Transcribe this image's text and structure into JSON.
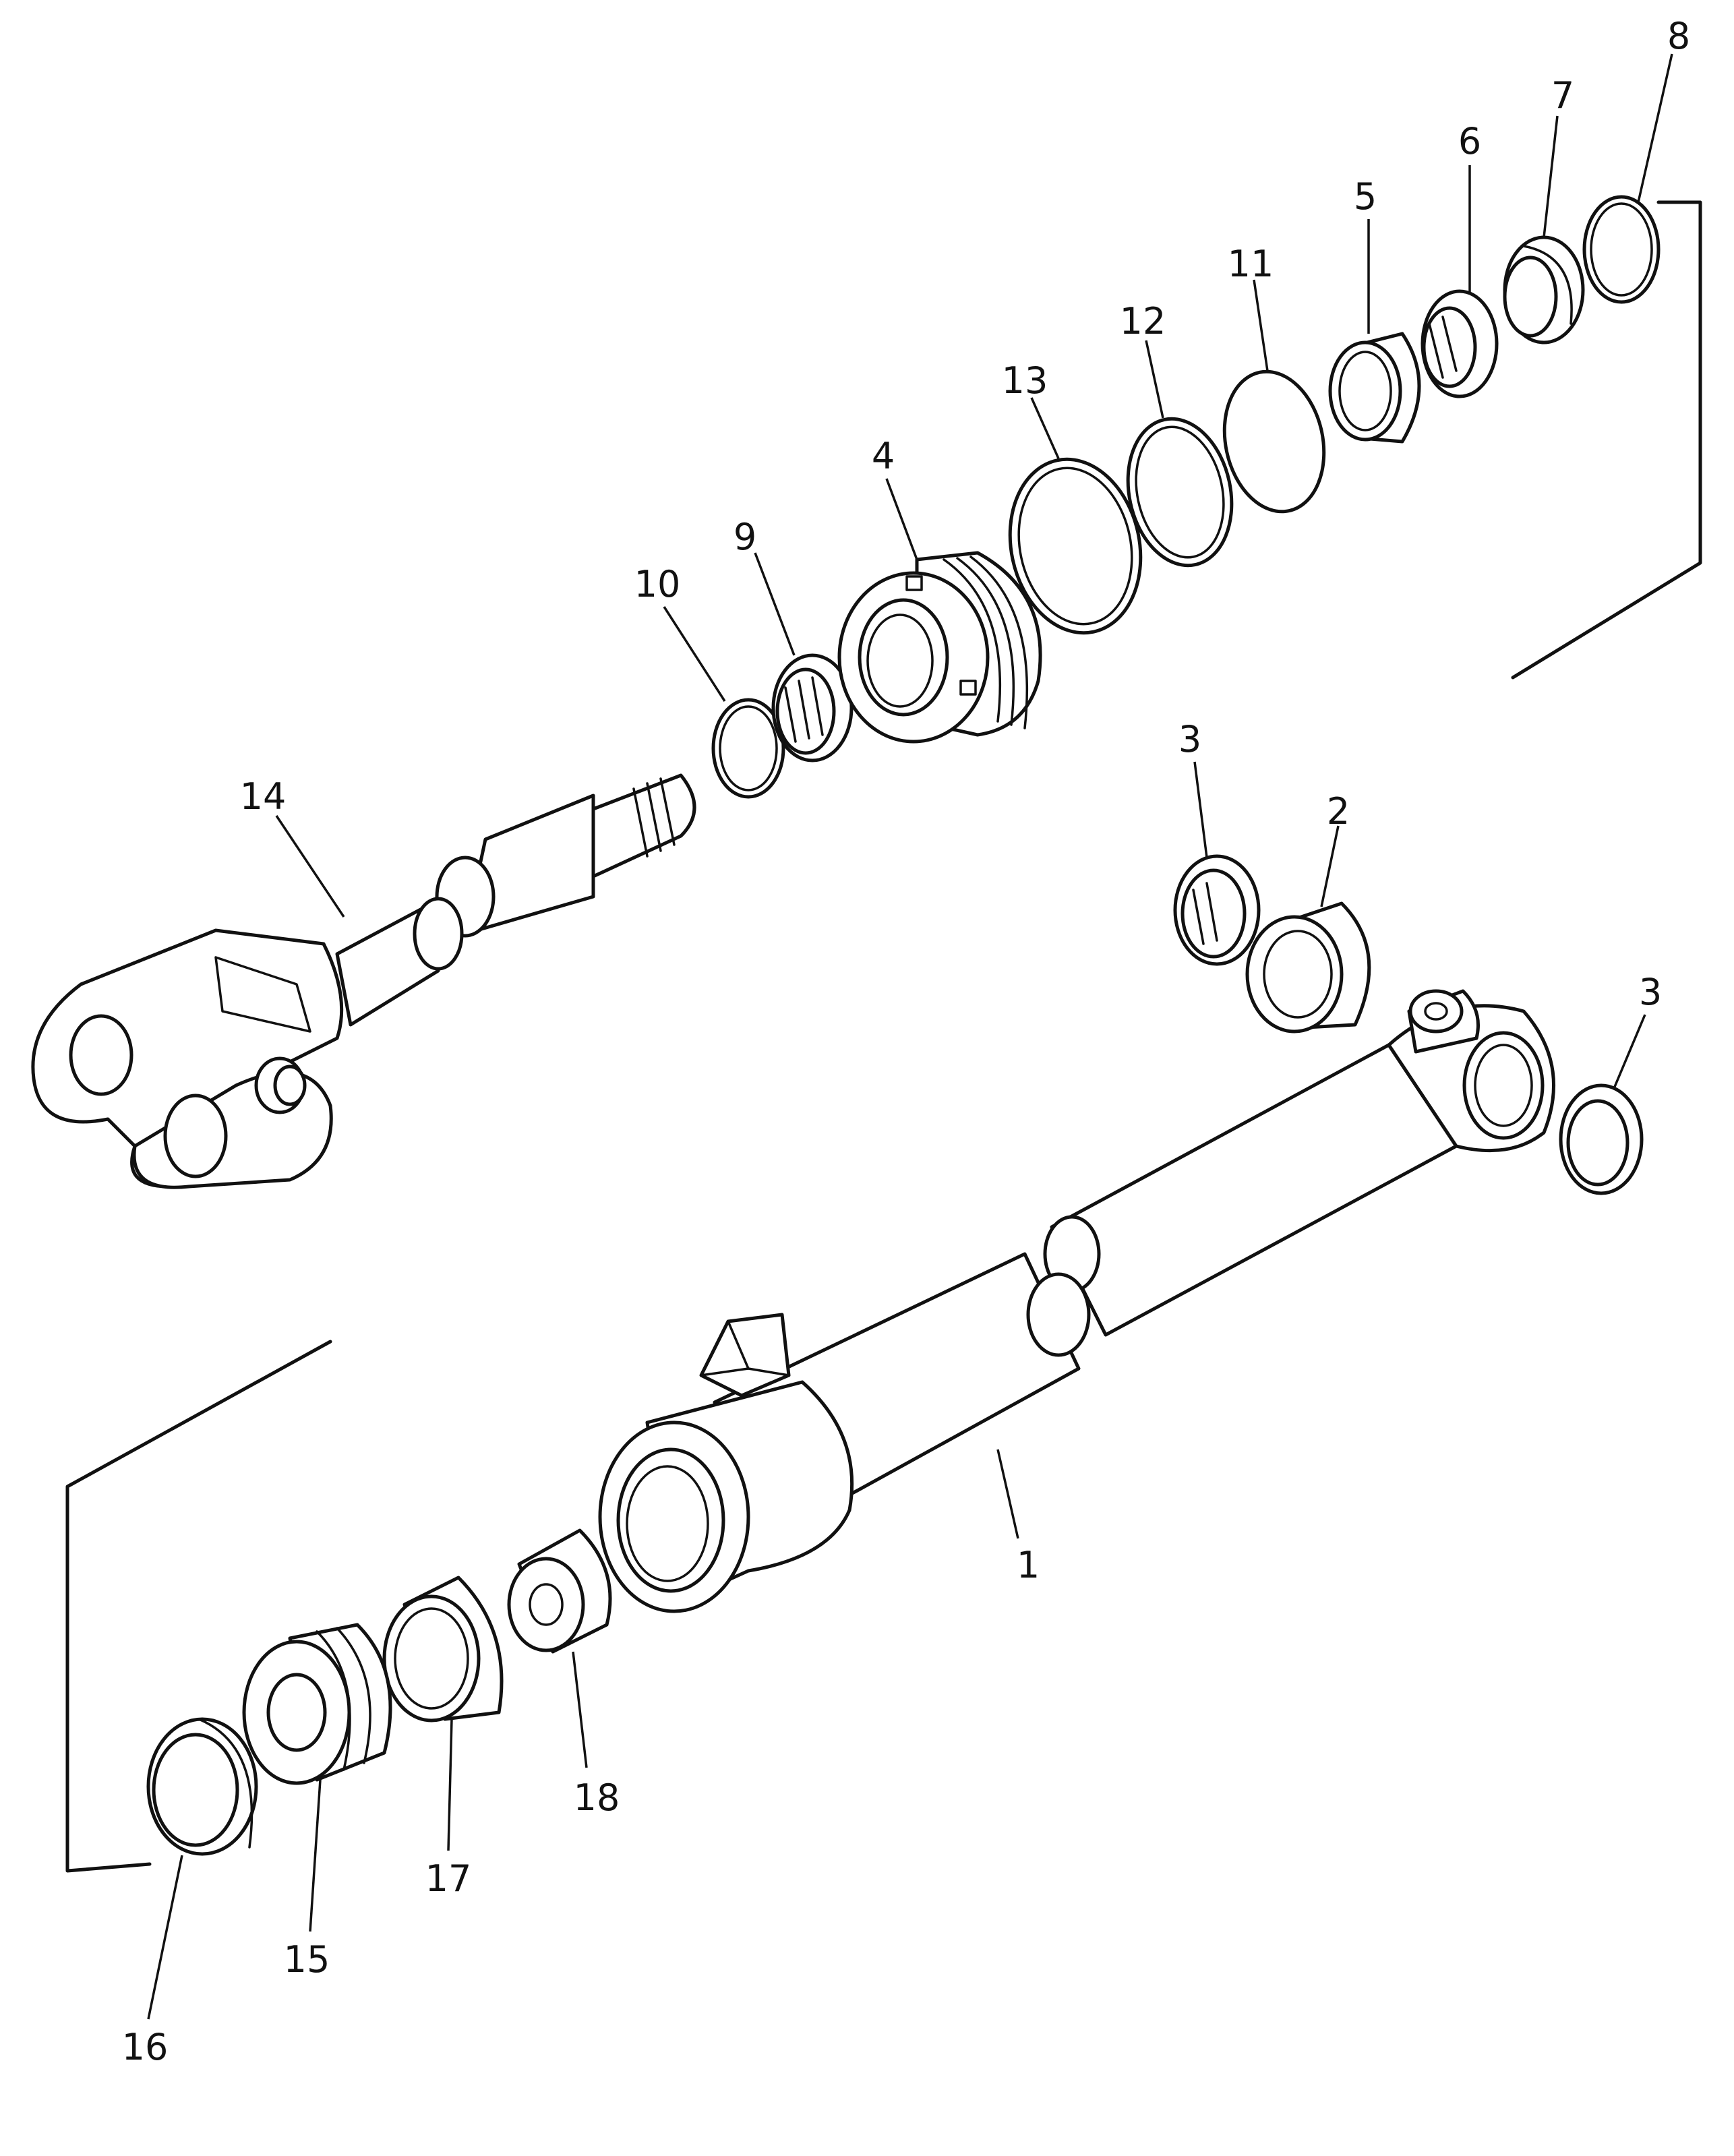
{
  "labels": {
    "p1": "1",
    "p2": "2",
    "p3a": "3",
    "p3b": "3",
    "p4": "4",
    "p5": "5",
    "p6": "6",
    "p7": "7",
    "p8": "8",
    "p9": "9",
    "p10": "10",
    "p11": "11",
    "p12": "12",
    "p13": "13",
    "p14": "14",
    "p15": "15",
    "p16": "16",
    "p17": "17",
    "p18": "18"
  }
}
